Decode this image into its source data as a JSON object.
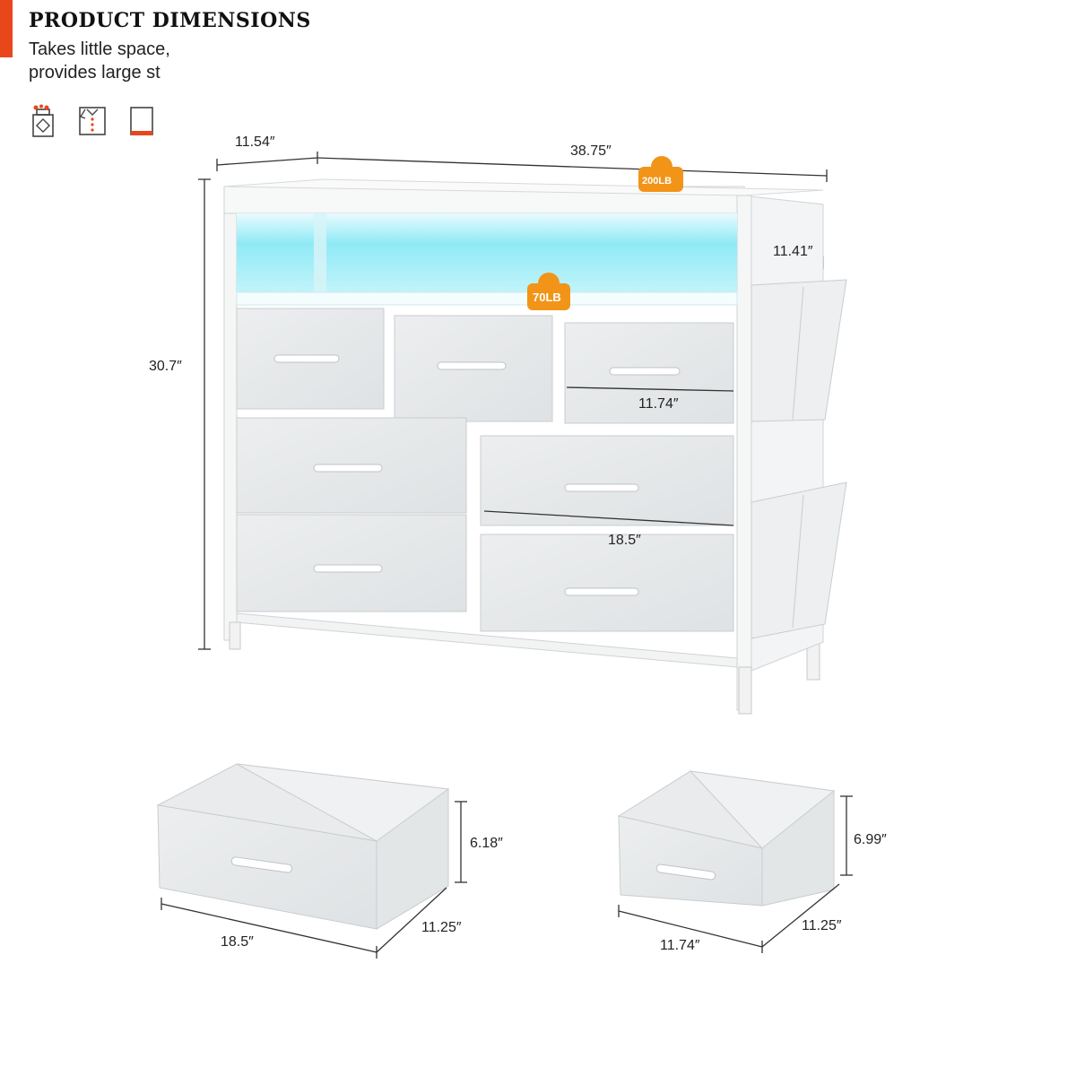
{
  "header": {
    "title": "PRODUCT DIMENSIONS",
    "subtitle_line1": "Takes little space,",
    "subtitle_line2": "provides large st"
  },
  "icons": [
    {
      "name": "stain-resistant-icon"
    },
    {
      "name": "fabric-shirt-icon"
    },
    {
      "name": "drawer-panel-icon"
    }
  ],
  "dresser": {
    "depth": "11.54″",
    "width": "38.75″",
    "height": "30.7″",
    "side_pocket_width": "11.41″",
    "small_drawer_width": "11.74″",
    "large_drawer_width": "18.5″",
    "top_load": "200LB",
    "shelf_load": "70LB"
  },
  "large_bin": {
    "width": "18.5″",
    "depth": "11.25″",
    "height": "6.18″"
  },
  "small_bin": {
    "width": "11.74″",
    "depth": "11.25″",
    "height": "6.99″"
  },
  "colors": {
    "accent": "#e8471c",
    "badge": "#f29418",
    "led_glow": "#7fe3f0"
  }
}
